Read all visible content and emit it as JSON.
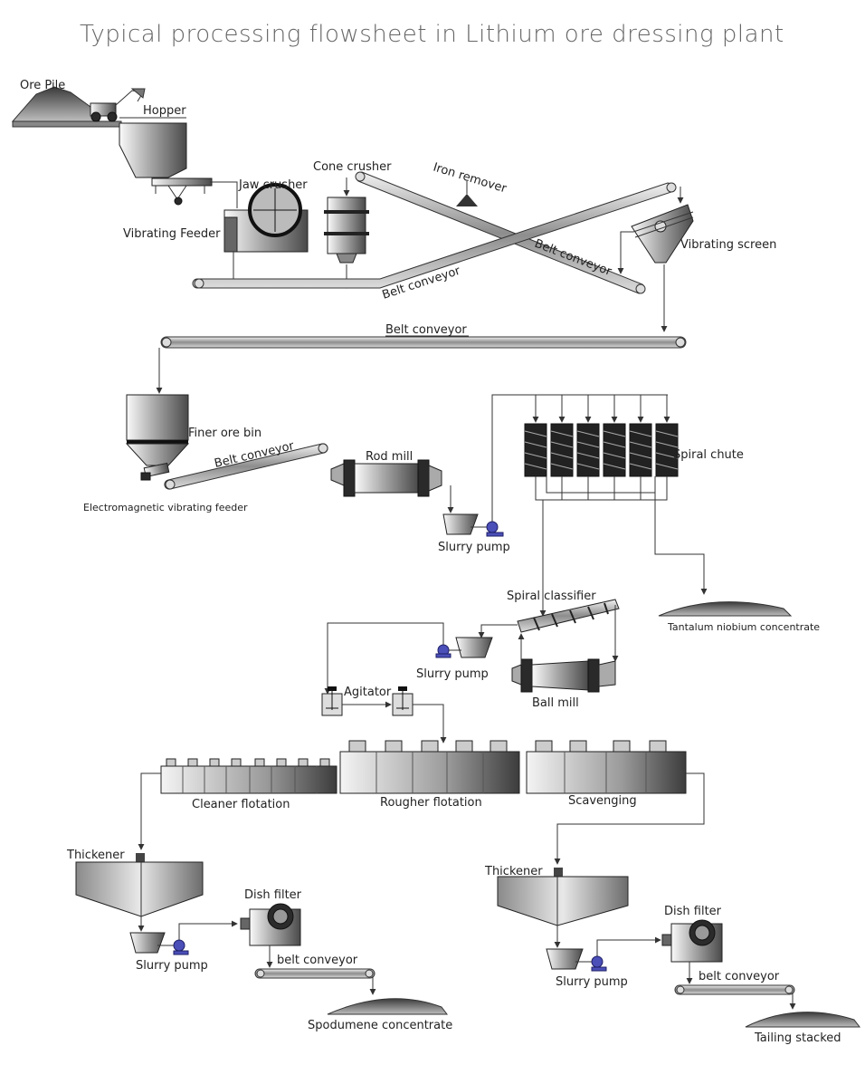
{
  "title": "Typical processing flowsheet  in Lithium  ore dressing plant",
  "labels": {
    "ore_pile": "Ore Pile",
    "hopper": "Hopper",
    "jaw_crusher": "Jaw crusher",
    "vibrating_feeder": "Vibrating Feeder",
    "cone_crusher": "Cone crusher",
    "iron_remover": "Iron remover",
    "vibrating_screen": "Vibrating screen",
    "belt_conveyor_1": "Belt conveyor",
    "belt_conveyor_2": "Belt conveyor",
    "belt_conveyor_3": "Belt conveyor",
    "finer_ore_bin": "Finer ore bin",
    "belt_conveyor_4": "Belt conveyor",
    "electromagnetic_feeder": "Electromagnetic vibrating feeder",
    "rod_mill": "Rod mill",
    "slurry_pump_1": "Slurry pump",
    "spiral_chute": "Spiral chute",
    "tantalum_concentrate": "Tantalum niobium concentrate",
    "spiral_classifier": "Spiral classifier",
    "slurry_pump_2": "Slurry pump",
    "ball_mill": "Ball mill",
    "agitator": "Agitator",
    "cleaner_flotation": "Cleaner flotation",
    "rougher_flotation": "Rougher flotation",
    "scavenging": "Scavenging",
    "thickener_left": "Thickener",
    "dish_filter_left": "Dish filter",
    "slurry_pump_3": "Slurry pump",
    "belt_conveyor_5": "belt conveyor",
    "spodumene_concentrate": "Spodumene concentrate",
    "thickener_right": "Thickener",
    "dish_filter_right": "Dish filter",
    "slurry_pump_4": "Slurry pump",
    "belt_conveyor_6": "belt conveyor",
    "tailing_stacked": "Tailing stacked"
  },
  "colors": {
    "pump": "#4b4fb8",
    "outline": "#333333",
    "title": "#666666"
  }
}
